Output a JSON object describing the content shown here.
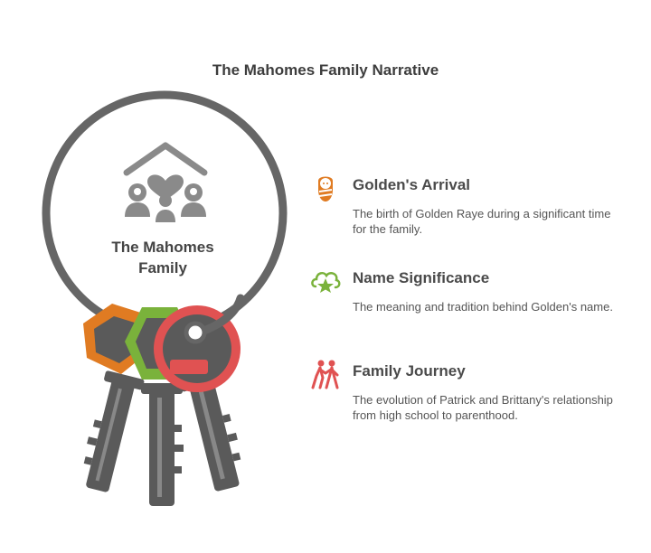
{
  "title": "The Mahomes Family Narrative",
  "center": {
    "label_line1": "The Mahomes",
    "label_line2": "Family",
    "icon": "family-home-icon"
  },
  "items": [
    {
      "heading": "Golden's Arrival",
      "description": "The birth of Golden Raye during a significant time for the family.",
      "icon": "swaddled-baby-icon",
      "color": "#e07b22"
    },
    {
      "heading": "Name Significance",
      "description": "The meaning and tradition behind Golden's name.",
      "icon": "star-cloud-icon",
      "color": "#7ab23b"
    },
    {
      "heading": "Family Journey",
      "description": "The evolution of Patrick and Brittany's relationship from high school to parenthood.",
      "icon": "walking-couple-icon",
      "color": "#e05252"
    }
  ],
  "colors": {
    "ring": "#666666",
    "key_body": "#5a5a5a",
    "orange": "#e07b22",
    "green": "#7ab23b",
    "red": "#e05252"
  }
}
